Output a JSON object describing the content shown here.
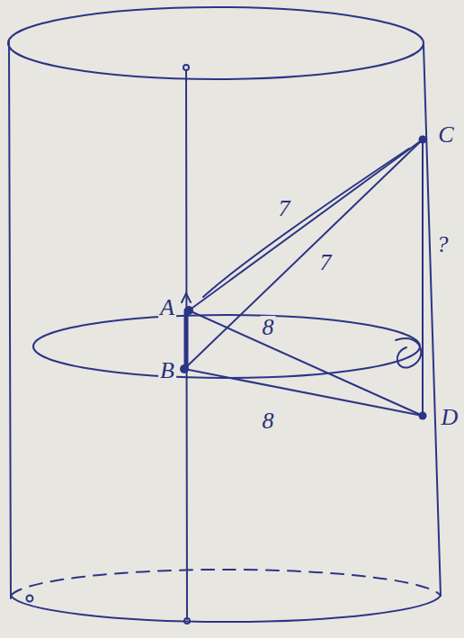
{
  "diagram": {
    "labels": [
      "C",
      "D",
      "7",
      "7",
      "?",
      "8",
      "8",
      "A",
      "B"
    ]
  }
}
